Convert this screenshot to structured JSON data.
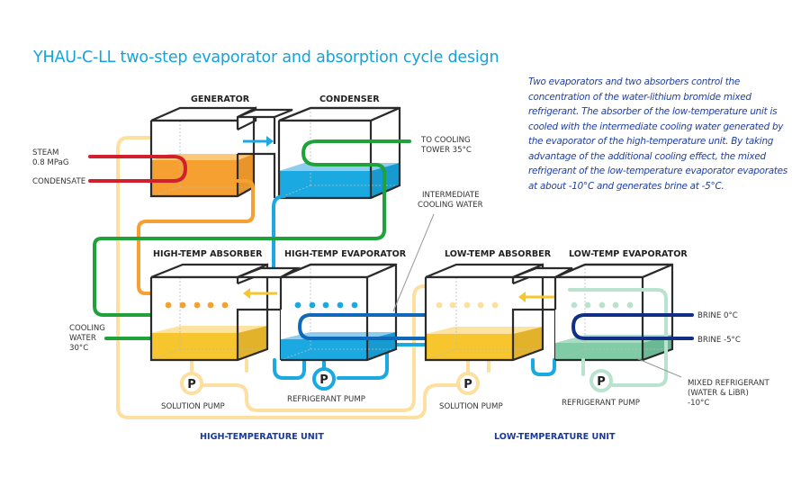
{
  "title": "YHAU-C-LL two-step evaporator and absorption cycle design",
  "description": "Two evaporators and two absorbers control the concentration of the water-lithium bromide mixed refrigerant. The absorber of the low-temperature unit is cooled with the intermediate cooling water generated by the evaporator of the high-temperature unit. By taking advantage of the additional cooling effect, the mixed refrigerant of the low-temperature evaporator evaporates at about -10°C and generates brine at -5°C.",
  "components": {
    "generator": "GENERATOR",
    "condenser": "CONDENSER",
    "high_temp_absorber": "HIGH-TEMP ABSORBER",
    "high_temp_evaporator": "HIGH-TEMP EVAPORATOR",
    "low_temp_absorber": "LOW-TEMP ABSORBER",
    "low_temp_evaporator": "LOW-TEMP EVAPORATOR"
  },
  "labels": {
    "steam_line1": "STEAM",
    "steam_line2": "0.8 MPaG",
    "condensate": "CONDENSATE",
    "cooling_tower_line1": "TO COOLING",
    "cooling_tower_line2": "TOWER 35°C",
    "intermediate_line1": "INTERMEDIATE",
    "intermediate_line2": "COOLING WATER",
    "cooling_water_line1": "COOLING",
    "cooling_water_line2": "WATER",
    "cooling_water_line3": "30°C",
    "brine_in": "BRINE 0°C",
    "brine_out": "BRINE -5°C",
    "mixed_ref_line1": "MIXED REFRIGERANT",
    "mixed_ref_line2": "(WATER & LiBR)",
    "mixed_ref_line3": "-10°C"
  },
  "pumps": {
    "symbol": "P",
    "solution_pump_high": "SOLUTION PUMP",
    "refrigerant_pump_high": "REFRIGERANT PUMP",
    "solution_pump_low": "SOLUTION PUMP",
    "refrigerant_pump_low": "REFRIGERANT PUMP"
  },
  "units": {
    "high": "HIGH-TEMPERATURE UNIT",
    "low": "LOW-TEMPERATURE UNIT"
  },
  "colors": {
    "title": "#17a2d9",
    "description": "#1f3fa0",
    "steam": "#d0202e",
    "generator_solution": "#f5a030",
    "cooling_water": "#1fa23a",
    "refrigerant": "#1ba9e2",
    "intermediate_water": "#0f68b8",
    "weak_solution": "#fde0a0",
    "absorber_solution": "#f7c52e",
    "low_refrigerant": "#b9e3cf",
    "brine": "#112f86",
    "unit_label": "#1a3a9a"
  }
}
